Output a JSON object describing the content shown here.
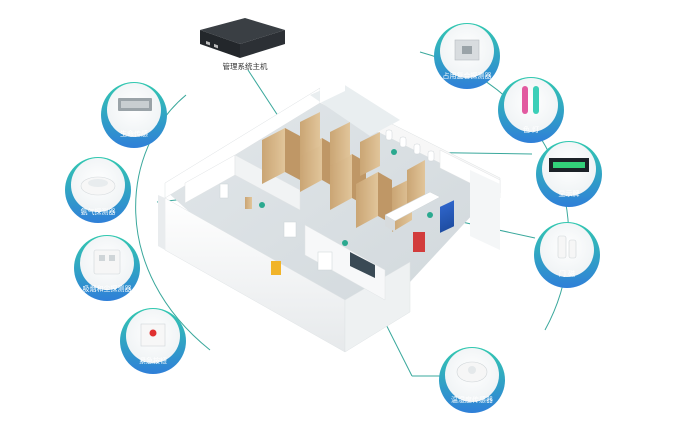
{
  "title": "管理系统主机",
  "devices": [
    {
      "id": "life-sensor",
      "label": "生命传感"
    },
    {
      "id": "ammonia-detector",
      "label": "氨气探测器"
    },
    {
      "id": "smoke-detector",
      "label": "吸烟和尘探测器"
    },
    {
      "id": "emergency-button",
      "label": "紧急按钮"
    },
    {
      "id": "occupancy-detector",
      "label": "占用复合探测器"
    },
    {
      "id": "color-light",
      "label": "色 灯"
    },
    {
      "id": "display-board",
      "label": "显示牌"
    },
    {
      "id": "door-magnet",
      "label": "门 磁"
    },
    {
      "id": "temp-humidity-sensor",
      "label": "温湿度传感器"
    }
  ],
  "colors": {
    "ring_teal": "#35c8b4",
    "ring_blue": "#2f7fd8",
    "arc_line": "#3aa89c",
    "wall": "#f3f3f3",
    "floor": "#d9dfe3",
    "wood": "#d8b98b"
  }
}
